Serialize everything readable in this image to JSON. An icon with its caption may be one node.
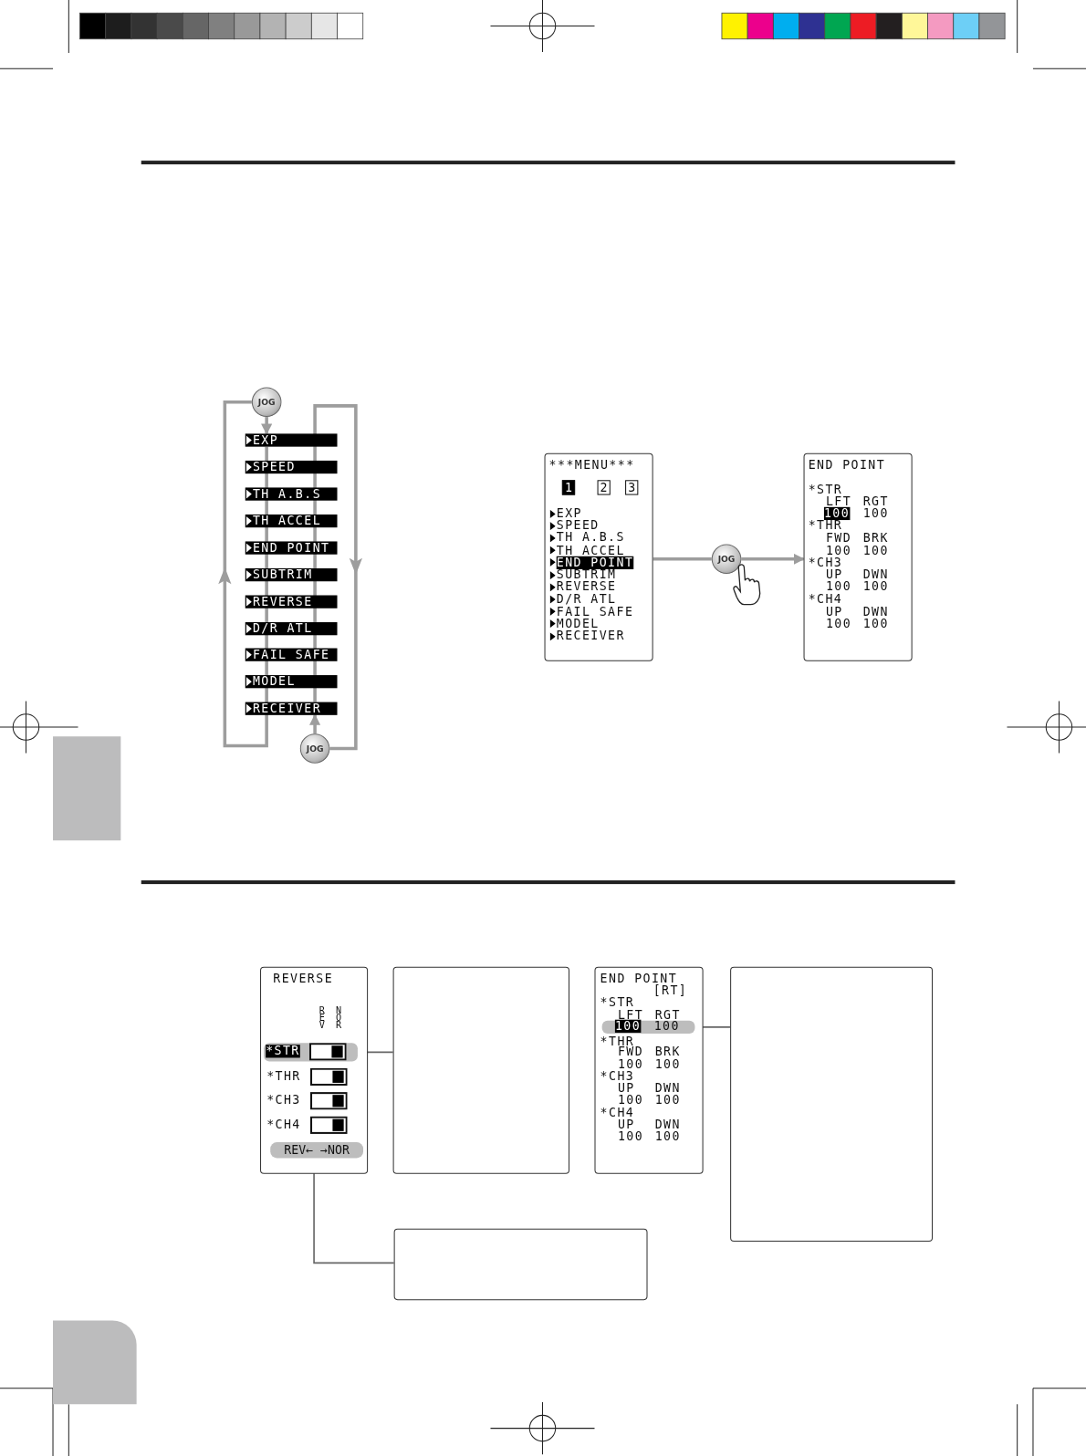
{
  "diagram": {
    "nodes": [
      {
        "text": [
          "JOG"
        ]
      },
      {
        "text": [
          "EXP"
        ]
      },
      {
        "text": [
          "SPEED"
        ]
      },
      {
        "text": [
          "TH A.B.S"
        ]
      },
      {
        "text": [
          "TH ACCEL"
        ]
      },
      {
        "text": [
          "END POINT"
        ]
      },
      {
        "text": [
          "SUBTRIM"
        ]
      },
      {
        "text": [
          "REVERSE"
        ]
      },
      {
        "text": [
          "D/R ATL"
        ]
      },
      {
        "text": [
          "FAIL SAFE"
        ]
      },
      {
        "text": [
          "MODEL"
        ]
      },
      {
        "text": [
          "RECEIVER"
        ]
      },
      {
        "text": [
          "JOG"
        ]
      },
      {
        "text": [
          "***MENU***",
          "1",
          "2",
          "3",
          "EXP",
          "SPEED",
          "TH A.B.S",
          "TH ACCEL",
          "END POINT",
          "SUBTRIM",
          "REVERSE",
          "D/R ATL",
          "FAIL SAFE",
          "MODEL",
          "RECEIVER"
        ]
      },
      {
        "text": [
          "JOG"
        ]
      },
      {
        "text": [
          "END POINT",
          "*STR",
          "LFT",
          "RGT",
          "100",
          "100",
          "*THR",
          "FWD",
          "BRK",
          "100",
          "100",
          "*CH3",
          "UP",
          "DWN",
          "100",
          "100",
          "*CH4",
          "UP",
          "DWN",
          "100",
          "100"
        ]
      },
      {
        "text": [
          "REVERSE",
          "REV",
          "NOR",
          "*THR",
          "*CH3",
          "*CH4"
        ]
      },
      {
        "text": [
          "*STR"
        ],
        "in": 16
      },
      {
        "text": [
          "REV← →NOR"
        ],
        "in": 16
      },
      {
        "text": [],
        "shape": "box"
      },
      {
        "text": [
          "END POINT",
          "[RT]",
          "*STR",
          "LFT",
          "RGT",
          "*THR",
          "FWD",
          "BRK",
          "100",
          "100",
          "*CH3",
          "UP",
          "DWN",
          "100",
          "100",
          "*CH4",
          "UP",
          "DWN",
          "100",
          "100"
        ]
      },
      {
        "text": [
          "100",
          "100"
        ],
        "in": 20
      },
      {
        "text": [],
        "shape": "box"
      },
      {
        "text": [],
        "shape": "box"
      }
    ],
    "edges": [
      {
        "from": 0,
        "to": 1,
        "arrow": "to"
      },
      {
        "from": 1,
        "to": 0,
        "arrow": "to"
      },
      {
        "from": 11,
        "to": 12,
        "arrow": "to"
      },
      {
        "from": 12,
        "to": 11,
        "arrow": "to"
      },
      {
        "from": 13,
        "to": 14,
        "arrow": "none"
      },
      {
        "from": 14,
        "to": 15,
        "arrow": "to"
      },
      {
        "from": 17,
        "to": 19,
        "arrow": "none",
        "color": "#666666"
      },
      {
        "from": 21,
        "to": 22,
        "arrow": "none",
        "color": "#666666"
      },
      {
        "from": 18,
        "to": 23,
        "arrow": "none",
        "color": "#666666"
      }
    ]
  }
}
